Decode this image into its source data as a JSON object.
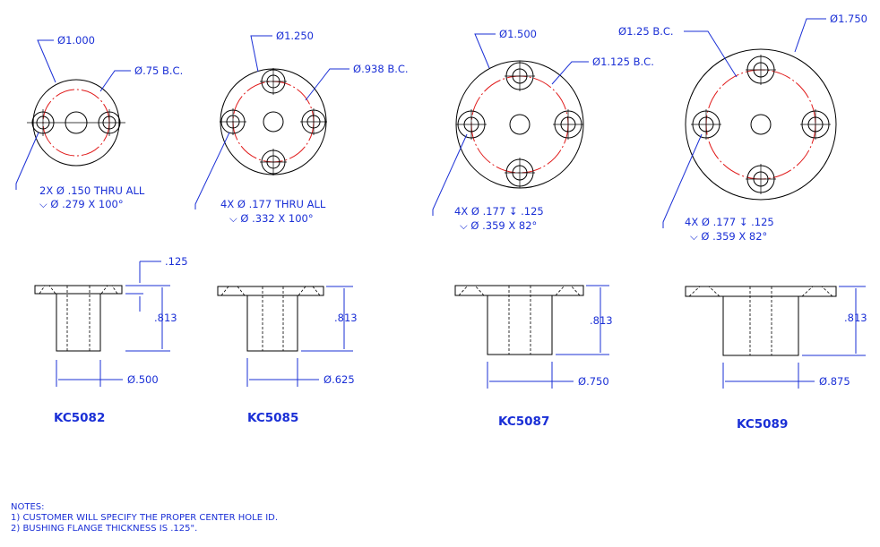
{
  "parts": [
    {
      "part_number": "KC5082",
      "od": "1.000",
      "bc": ".75 B.C.",
      "hole_line1": "2X",
      "hole_line1b": ".150 THRU ALL",
      "hole_line2": ".279 X 100°",
      "flange": ".125",
      "height": ".813",
      "shank": ".500"
    },
    {
      "part_number": "KC5085",
      "od": "1.250",
      "bc": ".938 B.C.",
      "hole_line1": "4X",
      "hole_line1b": ".177 THRU ALL",
      "hole_line2": ".332 X 100°",
      "height": ".813",
      "shank": ".625"
    },
    {
      "part_number": "KC5087",
      "od": "1.500",
      "bc": "1.125 B.C.",
      "hole_line1": "4X",
      "hole_line1b": ".177",
      "hole_depth": ".125",
      "hole_line2": ".359 X 82°",
      "height": ".813",
      "shank": ".750"
    },
    {
      "part_number": "KC5089",
      "od": "1.750",
      "bc": "1.25 B.C.",
      "hole_line1": "4X",
      "hole_line1b": ".177",
      "hole_depth": ".125",
      "hole_line2": ".359 X 82°",
      "height": ".813",
      "shank": ".875"
    }
  ],
  "symbols": {
    "diameter": "Ø",
    "countersink": "⌵",
    "depth": "↧"
  },
  "notes": {
    "heading": "NOTES:",
    "line1": "1) CUSTOMER WILL SPECIFY THE PROPER CENTER HOLE ID.",
    "line2": "2) BUSHING FLANGE THICKNESS IS .125\"."
  },
  "colors": {
    "dimension": "#1a2fd6",
    "bolt_circle": "#e01818",
    "geometry": "#000000"
  }
}
